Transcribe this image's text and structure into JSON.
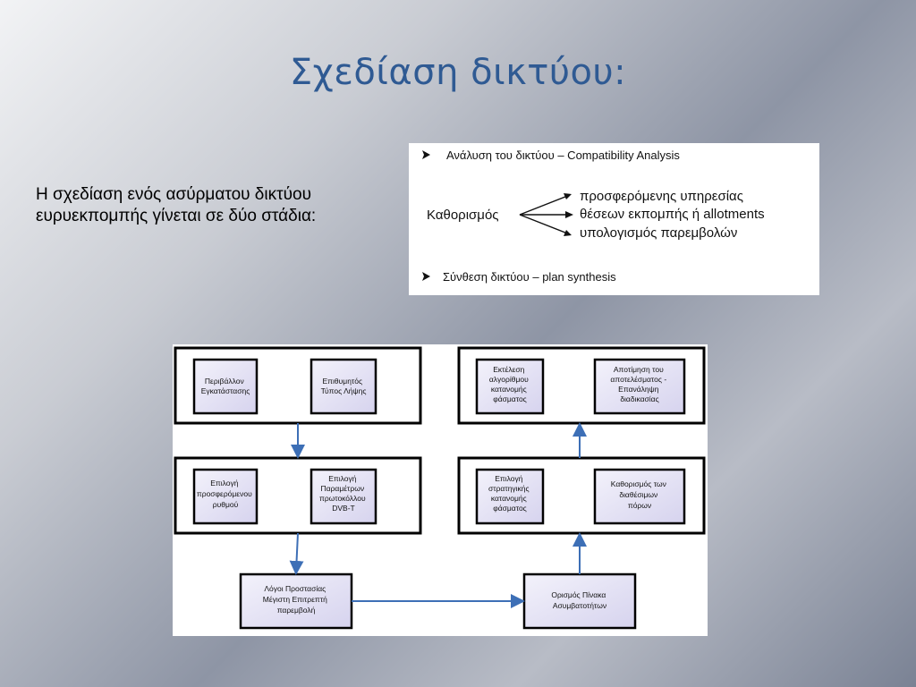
{
  "slide": {
    "title": "Σχεδίαση δικτύου:",
    "intro_lines": [
      "Η σχεδίαση ενός ασύρματου δικτύου",
      "ευρυεκπομπής γίνεται σε δύο στάδια:"
    ]
  },
  "steps": {
    "step1": "Ανάλυση του δικτύου – Compatibility Analysis",
    "definition_root": "Καθορισμός",
    "definition_items": [
      "προσφερόμενης υπηρεσίας",
      "θέσεων εκπομπής ή allotments",
      "υπολογισμός παρεμβολών"
    ],
    "step2": "Σύνθεση δικτύου – plan synthesis"
  },
  "flowchart": {
    "nodes": {
      "environment": [
        "Περιβάλλον",
        "Εγκατάστασης"
      ],
      "reception_type": [
        "Επιθυμητός",
        "Τύπος Λήψης"
      ],
      "service_rate": [
        "Επιλογή",
        "προσφερόμενου",
        "ρυθμού"
      ],
      "protocol_params": [
        "Επιλογή",
        "Παραμέτρων",
        "πρωτοκόλλου",
        "DVB-T"
      ],
      "protection_ratios": [
        "Λόγοι Προστασίας",
        "Μέγιστη Επιτρεπτή",
        "παρεμβολή"
      ],
      "incompatibility_table": [
        "Ορισμός Πίνακα",
        "Ασυμβατοτήτων"
      ],
      "resources": [
        "Καθορισμός των",
        "διαθέσιμων",
        "πόρων"
      ],
      "allocation_strategy": [
        "Επιλογή",
        "στρατηγικής",
        "κατανομής",
        "φάσματος"
      ],
      "run_algorithm": [
        "Εκτέλεση",
        "αλγορίθμου",
        "κατανομής",
        "φάσματος"
      ],
      "evaluate": [
        "Αποτίμηση του",
        "αποτελέσματος -",
        "Επανάληψη",
        "διαδικασίας"
      ]
    }
  }
}
